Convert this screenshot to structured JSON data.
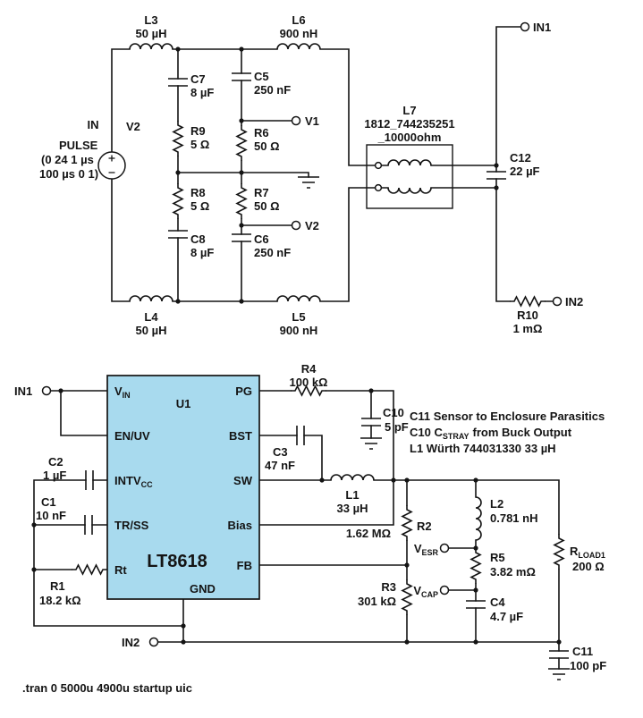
{
  "colors": {
    "chip_fill": "#a8daee",
    "wire": "#141414"
  },
  "top": {
    "in_net": "IN",
    "src_name": "V2",
    "src1": "PULSE",
    "src2": "(0 24 1 µs",
    "src3": "100 µs 0 1)",
    "L3": {
      "n": "L3",
      "v": "50 µH"
    },
    "L6": {
      "n": "L6",
      "v": "900 nH"
    },
    "C7": {
      "n": "C7",
      "v": "8 µF"
    },
    "C5": {
      "n": "C5",
      "v": "250 nF"
    },
    "R9": {
      "n": "R9",
      "v": "5 Ω"
    },
    "R6": {
      "n": "R6",
      "v": "50 Ω"
    },
    "R7": {
      "n": "R7",
      "v": "50 Ω"
    },
    "R8": {
      "n": "R8",
      "v": "5 Ω"
    },
    "C8": {
      "n": "C8",
      "v": "8 µF"
    },
    "C6": {
      "n": "C6",
      "v": "250 nF"
    },
    "L4": {
      "n": "L4",
      "v": "50 µH"
    },
    "L5": {
      "n": "L5",
      "v": "900 nH"
    },
    "L7": {
      "n": "L7",
      "v1": "1812_744235251",
      "v2": "_10000ohm"
    },
    "C12": {
      "n": "C12",
      "v": "22 µF"
    },
    "R10": {
      "n": "R10",
      "v": "1 mΩ"
    },
    "V1tap": "V1",
    "V2tap": "V2",
    "IN1": "IN1",
    "IN2": "IN2"
  },
  "chip": {
    "ref": "U1",
    "part": "LT8618",
    "vin_b": "V",
    "vin_s": "IN",
    "en": "EN/UV",
    "intvcc_b": "INTV",
    "intvcc_s": "CC",
    "trss": "TR/SS",
    "rt": "Rt",
    "gnd": "GND",
    "pg": "PG",
    "bst": "BST",
    "sw": "SW",
    "bias": "Bias",
    "fb": "FB"
  },
  "bottom": {
    "IN1": "IN1",
    "IN2": "IN2",
    "C2": {
      "n": "C2",
      "v": "1 µF"
    },
    "C1": {
      "n": "C1",
      "v": "10 nF"
    },
    "R1": {
      "n": "R1",
      "v": "18.2 kΩ"
    },
    "R4": {
      "n": "R4",
      "v": "100 kΩ"
    },
    "C10": {
      "n": "C10",
      "v": "5 pF"
    },
    "C3": {
      "n": "C3",
      "v": "47 nF"
    },
    "L1": {
      "n": "L1",
      "v": "33 µH"
    },
    "R2": {
      "n": "R2",
      "v": "1.62 MΩ"
    },
    "R3": {
      "n": "R3",
      "v": "301 kΩ"
    },
    "L2": {
      "n": "L2",
      "v": "0.781 nH"
    },
    "R5": {
      "n": "R5",
      "v": "3.82 mΩ"
    },
    "C4": {
      "n": "C4",
      "v": "4.7 µF"
    },
    "Rload_b": "R",
    "Rload_s": "LOAD1",
    "Rload_v": "200 Ω",
    "C11": {
      "n": "C11",
      "v": "100 pF"
    },
    "Vesr_b": "V",
    "Vesr_s": "ESR",
    "Vcap_b": "V",
    "Vcap_s": "CAP",
    "note1": "C11 Sensor to Enclosure Parasitics",
    "note2a": "C10 C",
    "note2b": "STRAY",
    "note2c": "from Buck Output",
    "note3": "L1 Würth 744031330 33 µH",
    "tran": ".tran 0 5000u 4900u startup uic"
  }
}
